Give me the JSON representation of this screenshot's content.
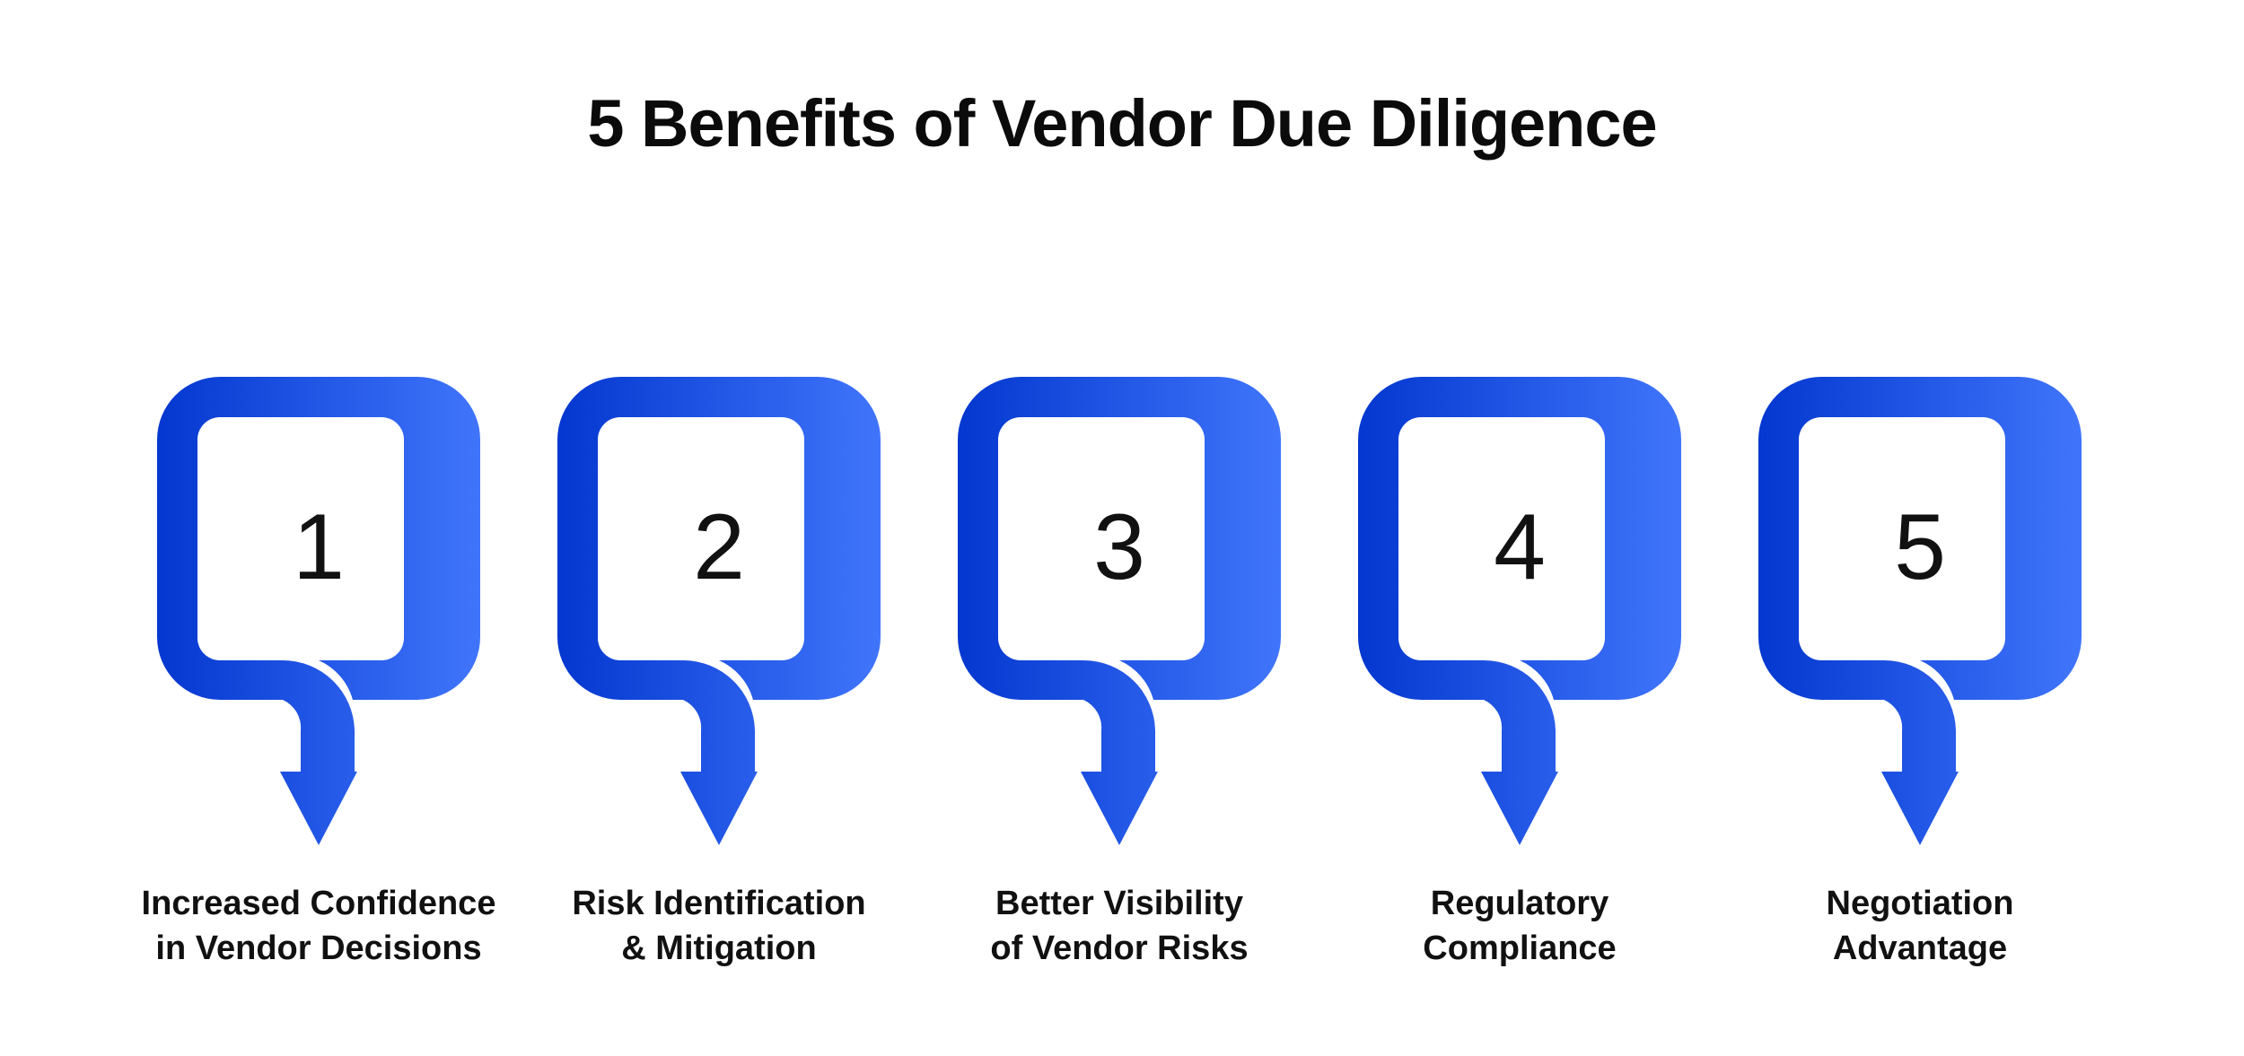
{
  "title": "5 Benefits of Vendor Due Diligence",
  "colors": {
    "gradient_start": "#0437CF",
    "gradient_end": "#4075FB",
    "arrow": "#1F4FE3",
    "text": "#111111"
  },
  "steps": [
    {
      "number": "1",
      "label_line1": "Increased Confidence",
      "label_line2": "in Vendor Decisions"
    },
    {
      "number": "2",
      "label_line1": "Risk Identification",
      "label_line2": "& Mitigation"
    },
    {
      "number": "3",
      "label_line1": "Better Visibility",
      "label_line2": "of Vendor Risks"
    },
    {
      "number": "4",
      "label_line1": "Regulatory",
      "label_line2": "Compliance"
    },
    {
      "number": "5",
      "label_line1": "Negotiation",
      "label_line2": "Advantage"
    }
  ]
}
